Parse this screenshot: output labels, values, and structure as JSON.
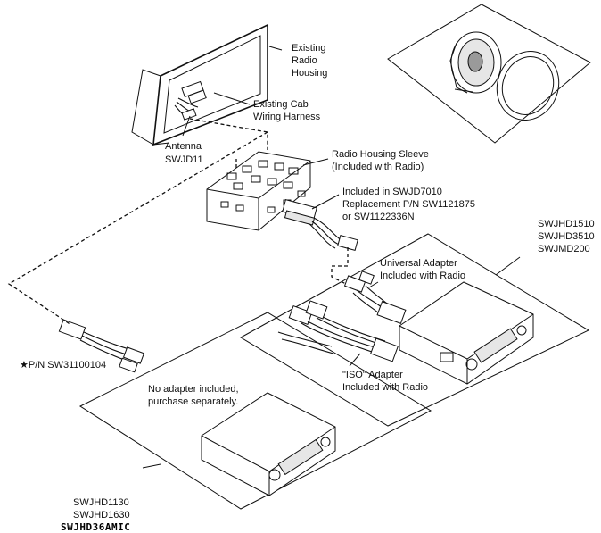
{
  "labels": {
    "existing_radio_housing": [
      "Existing",
      "Radio",
      "Housing"
    ],
    "existing_cab_wiring": [
      "Existing Cab",
      "Wiring Harness"
    ],
    "antenna": [
      "Antenna",
      "SWJD11"
    ],
    "radio_housing_sleeve": [
      "Radio Housing Sleeve",
      "(Included with Radio)"
    ],
    "included_swjd7010": [
      "Included in SWJD7010",
      "Replacement P/N SW1121875",
      "or SW1122336N"
    ],
    "models_top": [
      "SWJHD1510",
      "SWJHD3510",
      "SWJMD200"
    ],
    "universal_adapter": [
      "Universal Adapter",
      "Included with Radio"
    ],
    "iso_adapter": [
      "\"ISO\" Adapter",
      "Included with Radio"
    ],
    "part_number": "★P/N SW31100104",
    "no_adapter": [
      "No adapter included,",
      "purchase separately."
    ],
    "models_bottom": [
      "SWJHD1130",
      "SWJHD1630"
    ],
    "image_code": "SWJHD36AMIC"
  },
  "icons": {
    "speaker": "speaker-icon"
  }
}
